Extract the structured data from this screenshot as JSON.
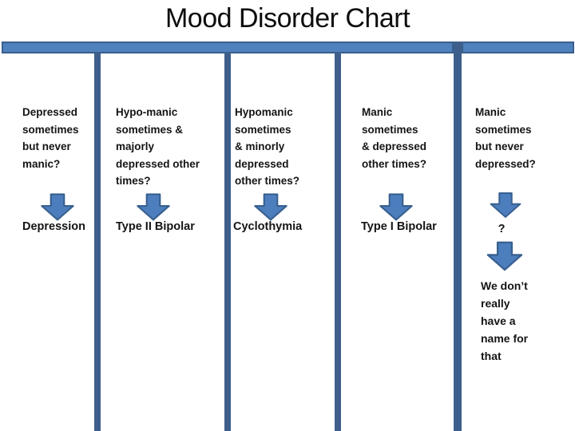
{
  "title": "Mood Disorder Chart",
  "columns": [
    {
      "question": "Depressed\nsometimes\nbut never\nmanic?",
      "answer": "Depression"
    },
    {
      "question": "Hypo-manic\nsometimes &\nmajorly\ndepressed other\ntimes?",
      "answer": "Type II Bipolar"
    },
    {
      "question": "Hypomanic\nsometimes\n& minorly\ndepressed\nother times?",
      "answer": "Cyclothymia"
    },
    {
      "question": "Manic\nsometimes\n& depressed\nother times?",
      "answer": "Type I Bipolar"
    },
    {
      "question": "Manic\nsometimes\nbut never\ndepressed?",
      "answer": "?",
      "followup": "We don’t\nreally\nhave a\nname for\nthat"
    }
  ],
  "colors": {
    "bar_fill": "#4F81BD",
    "bar_border": "#3A5F8B",
    "divider": "#3E5F8C",
    "arrow_fill": "#4C7EBD",
    "arrow_border": "#38608F",
    "text": "#141414",
    "background": "#FFFFFF"
  }
}
